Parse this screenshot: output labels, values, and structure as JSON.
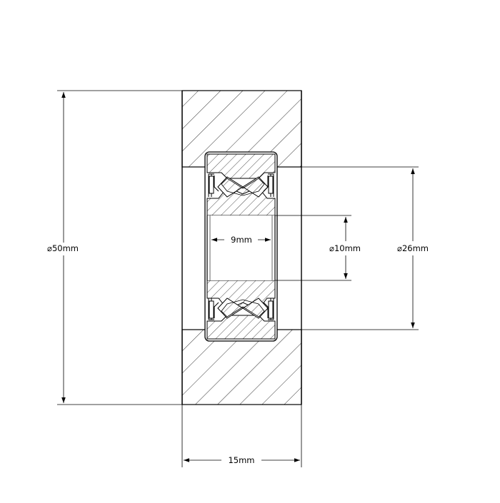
{
  "drawing": {
    "dimensions": {
      "outer_diameter": "⌀50mm",
      "width": "15mm",
      "bearing_width": "9mm",
      "bore_diameter": "⌀10mm",
      "bearing_outer_diameter": "⌀26mm"
    },
    "colors": {
      "line": "#000000",
      "hatch": "#000000",
      "background": "#ffffff"
    }
  }
}
